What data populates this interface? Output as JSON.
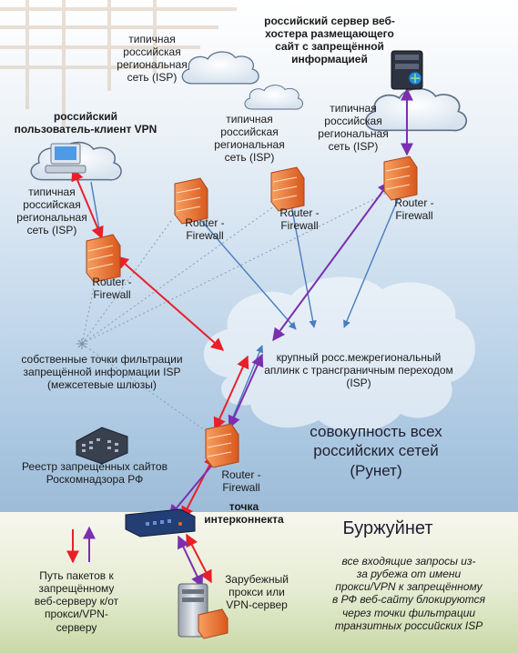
{
  "labels": {
    "isp_top": "типичная\nроссийская\nрегиональная\nсеть (ISP)",
    "host_server": "российский сервер веб-\nхостера размещающего\nсайт с запрещённой\nинформацией",
    "vpn_client": "российский\nпользователь-клиент VPN",
    "isp_mid": "типичная\nроссийская\nрегиональная\nсеть (ISP)",
    "isp_right": "типичная\nроссийская\nрегиональная\nсеть (ISP)",
    "isp_left": "типичная\nроссийская\nрегиональная\nсеть (ISP)",
    "router_fw_1": "Router -\nFirewall",
    "router_fw_2": "Router -\nFirewall",
    "router_fw_3": "Router -\nFirewall",
    "router_fw_4": "Router -\nFirewall",
    "router_fw_5": "Router -\nFirewall",
    "filter_points": "собственные точки фильтрации\nзапрещённой информации ISP\n(межсетевые шлюзы)",
    "uplink": "крупный росс.межрегиональный\nаплинк с трансграничным переходом\n(ISP)",
    "runet": "совокупность всех\nроссийских сетей\n(Рунет)",
    "registry": "Реестр запрещённых сайтов\nРоскомнадзора РФ",
    "interconnect": "точка\nинтерконнекта",
    "burzhuinet": "Буржуйнет",
    "foreign_proxy": "Зарубежный\nпрокси или\nVPN-сервер",
    "packet_path": "Путь пакетов к\nзапрещённому\nвеб-серверу к/от\nпрокси/VPN-\nсерверу",
    "note": "все входящие запросы из-\nза рубежа от имени\nпрокси/VPN к запрещённому\nв РФ веб-сайту блокируются\nчерез точки фильтрации\nтранзитных российских ISP"
  },
  "colors": {
    "red": "#e8202a",
    "purple": "#7b2fb0",
    "blue": "#4a7cc0",
    "firewall": "#f07a3c"
  }
}
